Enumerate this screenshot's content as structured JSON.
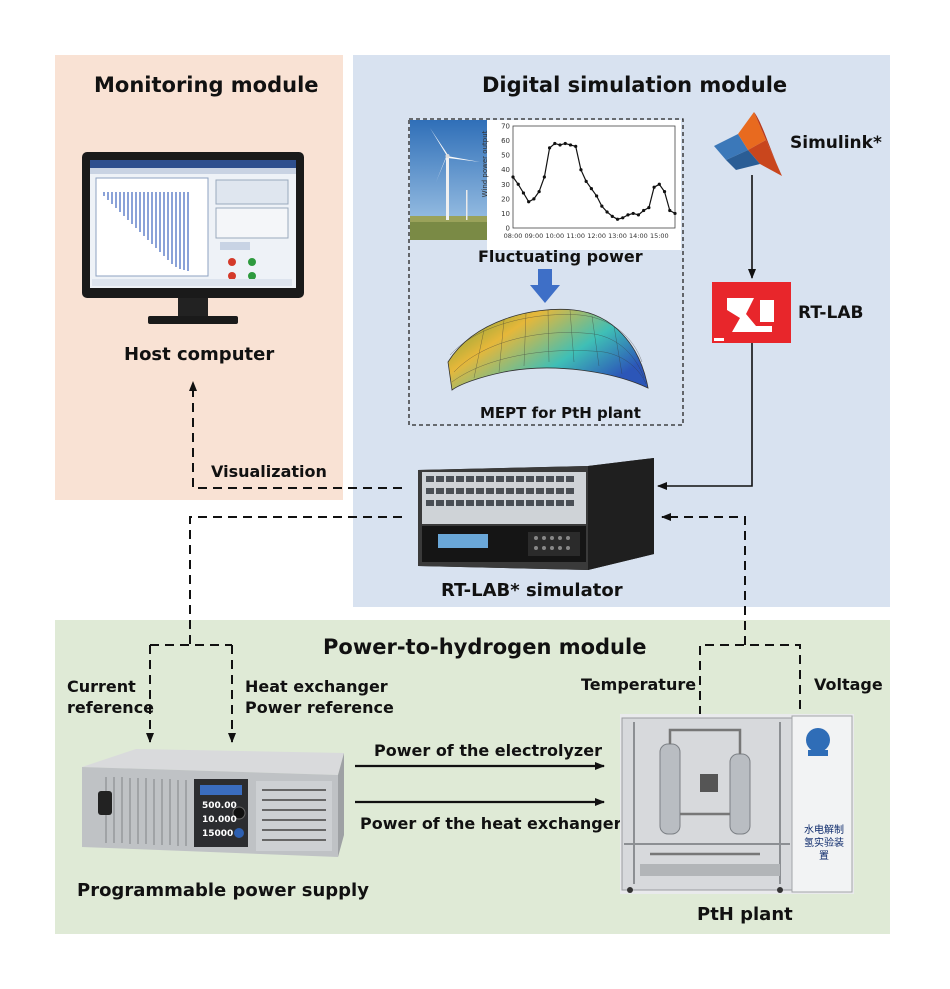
{
  "modules": {
    "monitoring": {
      "title": "Monitoring module",
      "host_label": "Host computer"
    },
    "digital": {
      "title": "Digital simulation module",
      "fluctuating_label": "Fluctuating power",
      "mept_label": "MEPT for PtH plant",
      "simulink_label": "Simulink*",
      "rtlab_label": "RT-LAB",
      "simulator_label": "RT-LAB* simulator"
    },
    "pth": {
      "title": "Power-to-hydrogen module",
      "supply_label": "Programmable power supply",
      "plant_label": "PtH plant",
      "plant_sign": "水电解制氢实验装置"
    }
  },
  "signals": {
    "visualization": "Visualization",
    "current_reference_1": "Current",
    "current_reference_2": "reference",
    "heat_exchanger_1": "Heat exchanger",
    "heat_exchanger_2": "Power reference",
    "temperature": "Temperature",
    "voltage": "Voltage",
    "power_electrolyzer": "Power of the electrolyzer",
    "power_heat_exchanger": "Power of the heat exchanger"
  },
  "supply_display": [
    "500.00",
    "10.000",
    "15000"
  ],
  "chart_data": {
    "type": "line",
    "ylabel": "Wind power output",
    "x": [
      "08:00",
      "08:15",
      "08:30",
      "08:45",
      "09:00",
      "09:15",
      "09:30",
      "09:45",
      "10:00",
      "10:15",
      "10:30",
      "10:45",
      "11:00",
      "11:15",
      "11:30",
      "11:45",
      "12:00",
      "12:15",
      "12:30",
      "12:45",
      "13:00",
      "13:15",
      "13:30",
      "13:45",
      "14:00",
      "14:15",
      "14:30",
      "14:45",
      "15:00",
      "15:15",
      "15:30",
      "15:45"
    ],
    "values": [
      35,
      30,
      24,
      18,
      20,
      25,
      35,
      55,
      58,
      57,
      58,
      57,
      56,
      40,
      32,
      27,
      22,
      15,
      11,
      8,
      6,
      7,
      9,
      10,
      9,
      12,
      14,
      28,
      30,
      25,
      12,
      10
    ],
    "xticks": [
      "08:00",
      "09:00",
      "10:00",
      "11:00",
      "12:00",
      "13:00",
      "14:00",
      "15:00"
    ],
    "yticks": [
      0,
      10,
      20,
      30,
      40,
      50,
      60,
      70
    ],
    "ylim": [
      0,
      70
    ]
  }
}
